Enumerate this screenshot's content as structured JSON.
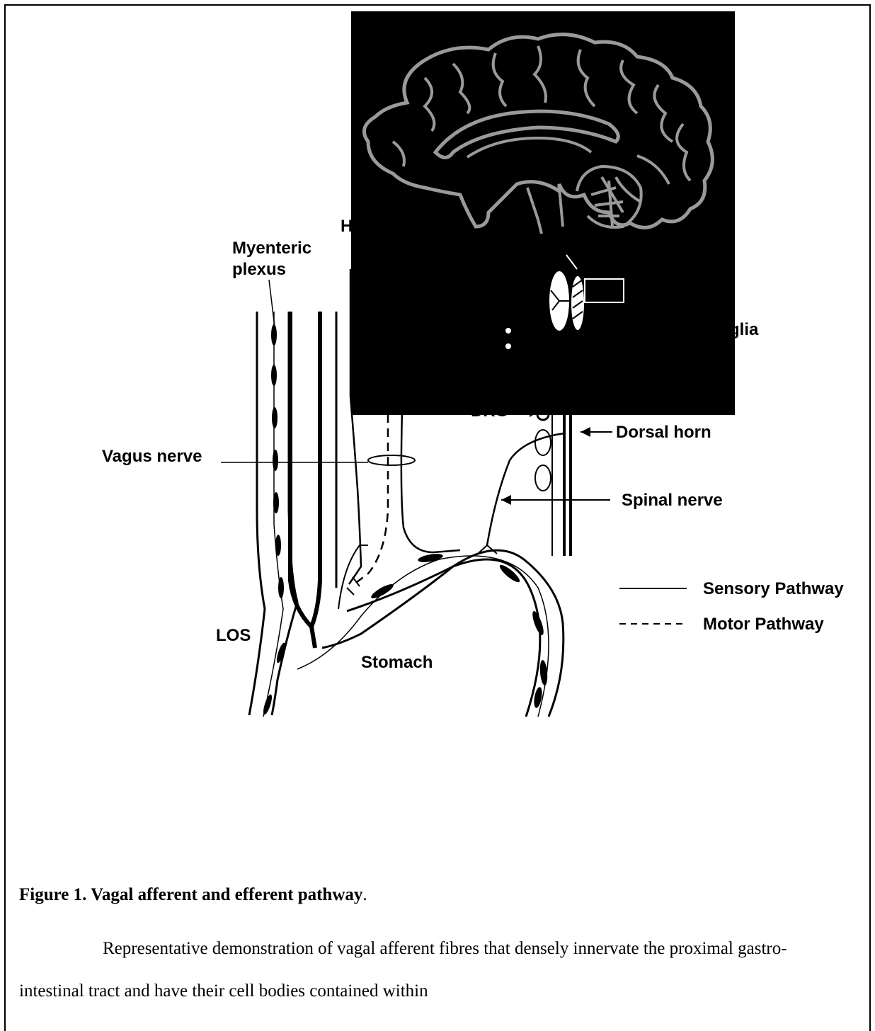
{
  "labels": {
    "myenteric_line1": "Myenteric",
    "myenteric_line2": "plexus",
    "vagus_nerve": "Vagus nerve",
    "los": "LOS",
    "stomach": "Stomach",
    "dorsal_horn": "Dorsal horn",
    "spinal_nerve": "Spinal nerve",
    "sensory": "Sensory Pathway",
    "motor": "Motor Pathway",
    "clipped_h": "H",
    "clipped_glia": "glia",
    "clipped_drg": "DRG"
  },
  "caption": {
    "title": "Figure 1. Vagal afferent and efferent pathway",
    "title_end": ".",
    "body": "Representative demonstration of vagal afferent fibres that densely innervate the proximal gastro-intestinal tract and have their cell bodies contained within"
  },
  "colors": {
    "brain_outline": "#9a9a9a",
    "overlay_background": "#000000",
    "line": "#000000"
  }
}
